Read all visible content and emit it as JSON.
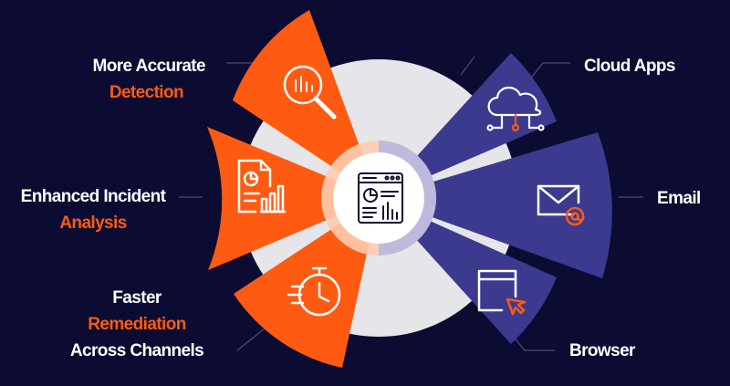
{
  "benefits": [
    {
      "line1": "More Accurate",
      "line2": "Detection",
      "icon": "magnifier-chart-icon"
    },
    {
      "line1": "Enhanced Incident",
      "line2": "Analysis",
      "icon": "report-chart-icon"
    },
    {
      "line1": "Faster",
      "line2": "Remediation",
      "line3": "Across Channels",
      "icon": "stopwatch-icon"
    }
  ],
  "channels": [
    {
      "label": "Cloud Apps",
      "icon": "cloud-network-icon"
    },
    {
      "label": "Email",
      "icon": "email-icon"
    },
    {
      "label": "Browser",
      "icon": "browser-cursor-icon"
    }
  ],
  "center_icon": "dashboard-icon",
  "colors": {
    "background": "#0c0c33",
    "orange": "#ff5a12",
    "indigo": "#3b3a8f",
    "ring": "#e6e6ea",
    "white": "#ffffff"
  }
}
